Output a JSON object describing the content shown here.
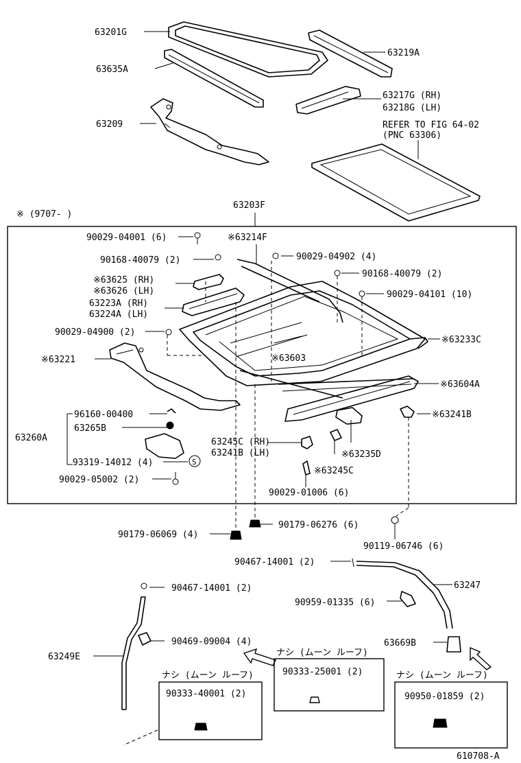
{
  "labels": {
    "p63201G": "63201G",
    "p63635A": "63635A",
    "p63209": "63209",
    "p63219A": "63219A",
    "p63217G": "63217G (RH)",
    "p63218G": "63218G (LH)",
    "refer1": "REFER TO FIG 64-02",
    "refer2": "(PNC 63306)",
    "note": "※ (9707-        )",
    "p63203F": "63203F",
    "p90029_04001": "90029-04001 (6)",
    "p63214F": "※63214F",
    "p90029_04902": "90029-04902 (4)",
    "p90168_40079a": "90168-40079 (2)",
    "p90168_40079b": "90168-40079 (2)",
    "p63625": "※63625 (RH)",
    "p63626": "※63626 (LH)",
    "p90029_04101": "90029-04101 (10)",
    "p63223A": "63223A (RH)",
    "p63224A": "63224A (LH)",
    "p90029_04900": "90029-04900 (2)",
    "p63233C": "※63233C",
    "p63221": "※63221",
    "p63603": "※63603",
    "p63604A": "※63604A",
    "p96160": "96160-00400",
    "p63265B": "63265B",
    "p63260A": "63260A",
    "p63241B_r": "※63241B",
    "p63245C_rh": "63245C (RH)",
    "p63241B_lh": "63241B (LH)",
    "p63235D": "※63235D",
    "p93319": "93319-14012 (4)",
    "p63245C_b": "※63245C",
    "s_mark": "S",
    "p90029_05002": "90029-05002 (2)",
    "p90029_01006": "90029-01006 (6)",
    "p90179_06069": "90179-06069 (4)",
    "p90179_06276": "90179-06276 (6)",
    "p90119_06746": "90119-06746 (6)",
    "p90467_14001a": "90467-14001 (2)",
    "p90467_14001b": "90467-14001 (2)",
    "p63247": "63247",
    "p90959": "90959-01335 (6)",
    "p90469": "90469-09004 (4)",
    "p63249E": "63249E",
    "p63669B": "63669B",
    "nashi1": "ナシ (ムーン  ルーフ)",
    "nashi2": "ナシ (ムーン  ルーフ)",
    "nashi3": "ナシ (ムーン  ルーフ)",
    "p90333_25001": "90333-25001 (2)",
    "p90333_40001": "90333-40001 (2)",
    "p90950": "90950-01859 (2)",
    "code": "610708-A"
  }
}
